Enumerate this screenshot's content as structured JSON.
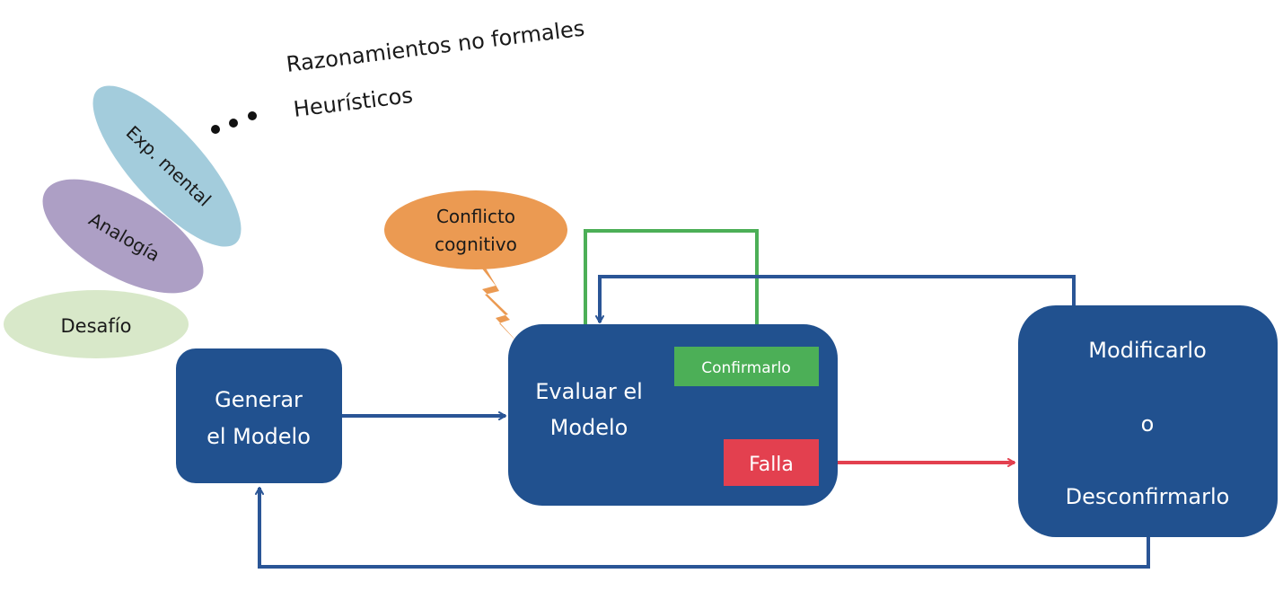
{
  "colors": {
    "box_blue": "#21518f",
    "arrow_blue": "#2a5596",
    "confirm_green": "#4caf57",
    "fail_red": "#e3404f",
    "conflict_orange": "#eb9a52",
    "exp_mental_blue": "#a3ccdc",
    "analogia_purple": "#ad9fc5",
    "desafio_green": "#d8e8c9",
    "text_dark": "#1a1a1a",
    "text_light": "#ffffff"
  },
  "top_notes": {
    "informal_reasoning": "Razonamientos no formales",
    "heuristics": "Heurísticos",
    "ellipsis": "• • •"
  },
  "strategies": [
    {
      "id": "exp-mental",
      "label": "Exp. mental"
    },
    {
      "id": "analogia",
      "label": "Analogía"
    },
    {
      "id": "desafio",
      "label": "Desafío"
    }
  ],
  "conflict": {
    "line1": "Conflicto",
    "line2": "cognitivo"
  },
  "nodes": {
    "generate": {
      "line1": "Generar",
      "line2": "el Modelo"
    },
    "evaluate": {
      "line1": "Evaluar el",
      "line2": "Modelo"
    },
    "confirm": {
      "label": "Confirmarlo"
    },
    "fail": {
      "label": "Falla"
    },
    "modify": {
      "line1": "Modificarlo",
      "line2": "o",
      "line3": "Desconfirmarlo"
    }
  },
  "edges": [
    {
      "from": "generate",
      "to": "evaluate",
      "color": "arrow_blue"
    },
    {
      "from": "confirm",
      "to": "evaluate",
      "color": "confirm_green"
    },
    {
      "from": "fail",
      "to": "modify",
      "color": "fail_red"
    },
    {
      "from": "modify",
      "to": "evaluate",
      "color": "arrow_blue"
    },
    {
      "from": "modify",
      "to": "generate",
      "color": "arrow_blue"
    }
  ]
}
